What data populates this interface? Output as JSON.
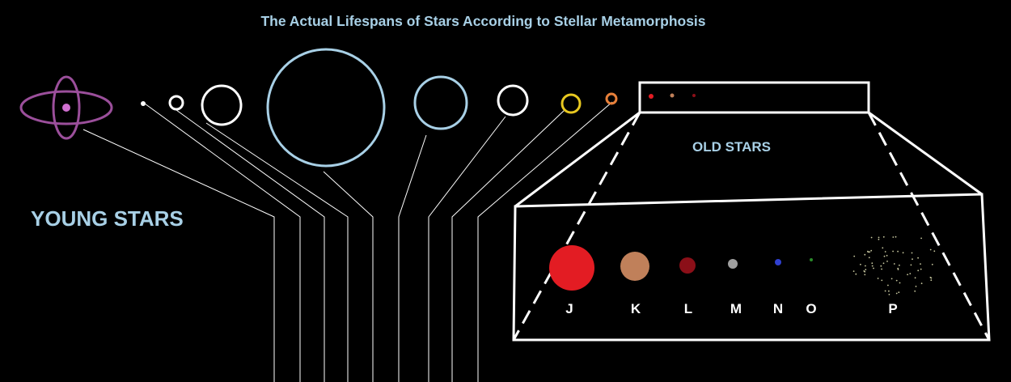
{
  "title": "The Actual Lifespans of Stars According to Stellar Metamorphosis",
  "labels": {
    "young": "YOUNG STARS",
    "old": "OLD STARS"
  },
  "star_classes": [
    "J",
    "K",
    "L",
    "M",
    "N",
    "O",
    "P"
  ],
  "colors": {
    "background": "#000000",
    "label_text": "#a8d0e6",
    "lines": "#ffffff",
    "protostar": "#9b4f9b",
    "protostar_core": "#d070d0",
    "blue_giant": "#a8d0e6",
    "yellow_star": "#e8c820",
    "orange_star": "#e8803a",
    "class_J": "#e31c23",
    "class_K": "#c0805a",
    "class_L": "#8b0f18",
    "class_M": "#a0a0a0",
    "class_N": "#3040d0",
    "class_O": "#2a8a2a",
    "class_P_dust": "#c8c8a0"
  }
}
